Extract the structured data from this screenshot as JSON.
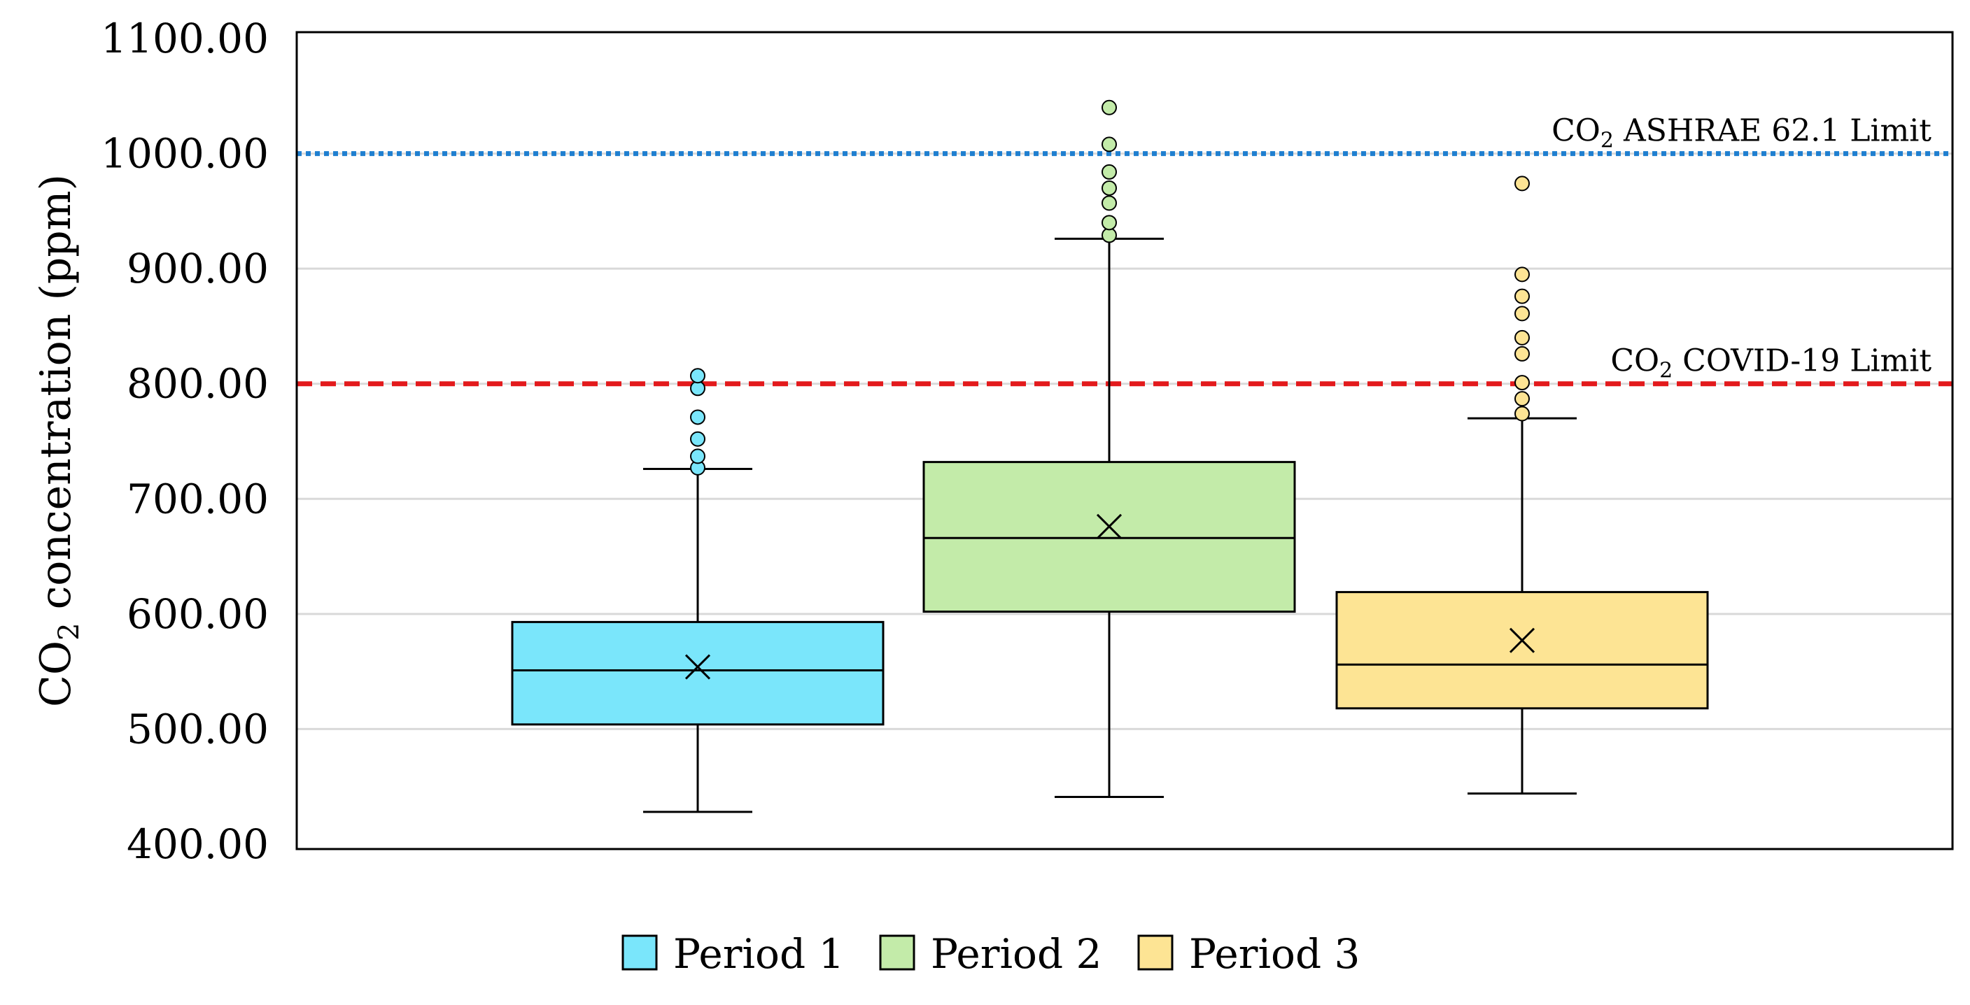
{
  "chart_data": {
    "type": "box",
    "ylabel": {
      "prefix": "CO",
      "sub": "2",
      "suffix": " concentration (ppm)"
    },
    "ylim": [
      400,
      1100
    ],
    "yticks": [
      "400.00",
      "500.00",
      "600.00",
      "700.00",
      "800.00",
      "900.00",
      "1000.00",
      "1100.00"
    ],
    "grid": true,
    "legend_position": "bottom",
    "series": [
      {
        "name": "Period 1",
        "color": "#7ae6fb",
        "min": 428,
        "q1": 504,
        "median": 551,
        "q3": 593,
        "max": 726,
        "mean": 554,
        "outliers": [
          727,
          737,
          752,
          771,
          796,
          807
        ]
      },
      {
        "name": "Period 2",
        "color": "#c3eba9",
        "min": 441,
        "q1": 602,
        "median": 666,
        "q3": 732,
        "max": 926,
        "mean": 676,
        "outliers": [
          929,
          940,
          957,
          970,
          984,
          1008,
          1040
        ]
      },
      {
        "name": "Period 3",
        "color": "#fde494",
        "min": 444,
        "q1": 518,
        "median": 556,
        "q3": 619,
        "max": 770,
        "mean": 577,
        "outliers": [
          774,
          787,
          801,
          826,
          840,
          861,
          876,
          895,
          974
        ]
      }
    ],
    "reference_lines": [
      {
        "label": {
          "prefix": "CO",
          "sub": "2",
          "suffix": " ASHRAE 62.1 Limit"
        },
        "value": 1000,
        "color": "#1f7fd0",
        "style": "dotted"
      },
      {
        "label": {
          "prefix": "CO",
          "sub": "2",
          "suffix": " COVID-19 Limit"
        },
        "value": 800,
        "color": "#e31a1c",
        "style": "dashed"
      }
    ]
  }
}
